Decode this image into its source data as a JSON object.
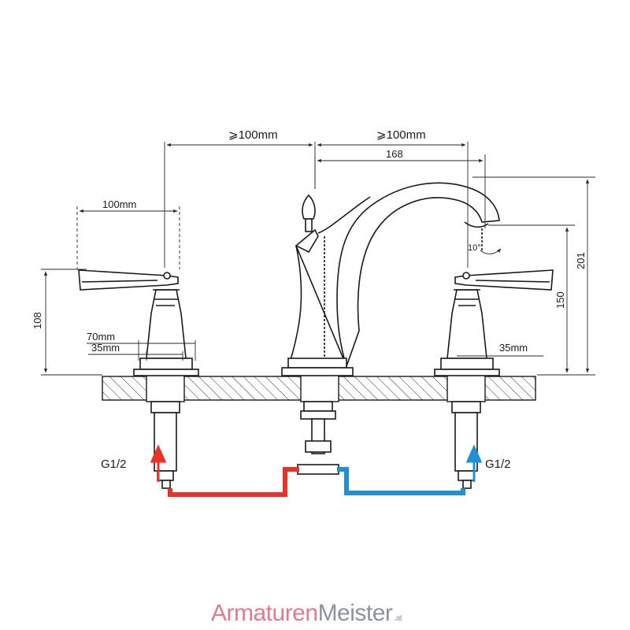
{
  "dimensions": {
    "top_left_clearance": "⩾100mm",
    "top_right_clearance": "⩾100mm",
    "spout_reach": "168",
    "handle_spacing": "100mm",
    "total_height": "201",
    "spout_height": "150",
    "handle_height": "108",
    "base_diameter": "70mm",
    "stem_diameter_left": "35mm",
    "stem_diameter_right": "35mm",
    "spout_angle": "10°"
  },
  "connections": {
    "left_thread": "G1/2",
    "right_thread": "G1/2"
  },
  "colors": {
    "hot": "#e8322a",
    "cold": "#1f8fd6",
    "logo_primary": "#e27a8c",
    "logo_secondary": "#8a93a5"
  },
  "logo": {
    "part1": "Armaturen",
    "part2": "Meister",
    "suffix": ".at"
  }
}
